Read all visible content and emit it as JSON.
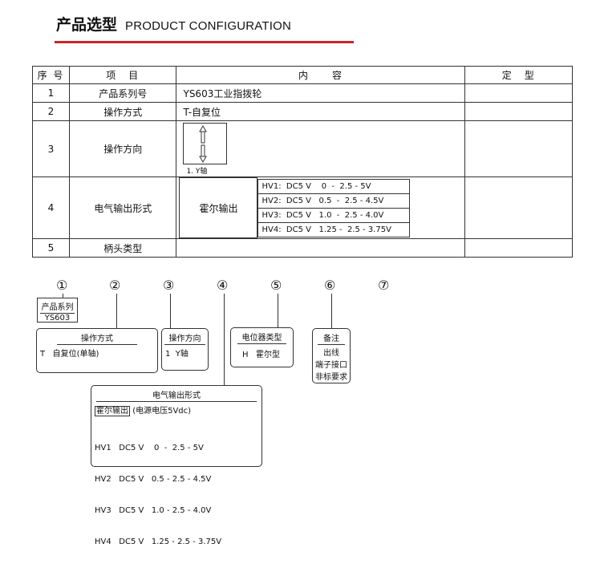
{
  "header": {
    "title_cn": "产品选型",
    "title_en": "PRODUCT CONFIGURATION"
  },
  "table": {
    "headers": [
      "序 号",
      "项　目",
      "内　　容",
      "定　型"
    ],
    "rows": [
      {
        "no": "1",
        "item": "产品系列号",
        "content": "YS603工业指拨轮"
      },
      {
        "no": "2",
        "item": "操作方式",
        "content": "T-自复位"
      },
      {
        "no": "3",
        "item": "操作方向",
        "content_label": "1. Y轴"
      },
      {
        "no": "4",
        "item": "电气输出形式",
        "hall_label": "霍尔输出",
        "hall_rows": [
          "HV1:  DC5 V    0  -  2.5 - 5V",
          "HV2:  DC5 V   0.5  -  2.5 - 4.5V",
          "HV3:  DC5 V   1.0  -  2.5 - 4.0V",
          "HV4:  DC5 V   1.25 -  2.5 - 3.75V"
        ]
      },
      {
        "no": "5",
        "item": "柄头类型",
        "content": ""
      }
    ]
  },
  "diagram": {
    "circles": [
      "①",
      "②",
      "③",
      "④",
      "⑤",
      "⑥",
      "⑦"
    ],
    "series": {
      "title": "产品系列",
      "value": "YS603"
    },
    "operation": {
      "title": "操作方式",
      "value": "T   自复位(单轴)"
    },
    "direction": {
      "title": "操作方向",
      "value": "1  Y轴"
    },
    "pot": {
      "title": "电位器类型",
      "value": "H   霍尔型"
    },
    "note": {
      "title": "备注",
      "lines": [
        "出线",
        "端子接口",
        "非标要求"
      ]
    },
    "output": {
      "title": "电气输出形式",
      "sub_boxed": "霍尔输出",
      "sub_rest": "(电源电压5Vdc)",
      "lines": [
        "HV1   DC5 V    0  -  2.5 - 5V",
        "HV2   DC5 V   0.5 - 2.5 - 4.5V",
        "HV3   DC5 V   1.0 - 2.5 - 4.0V",
        "HV4   DC5 V   1.25 - 2.5 - 3.75V"
      ]
    }
  }
}
